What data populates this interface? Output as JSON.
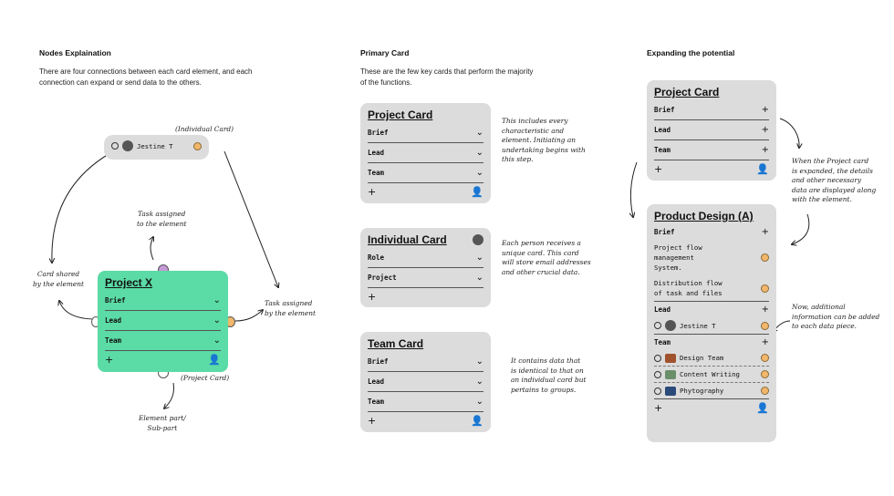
{
  "sections": {
    "nodes": {
      "title": "Nodes Explaination",
      "desc1": "There are four connections between each card element, and each",
      "desc2": "connection can expand or send data to the others."
    },
    "primary": {
      "title": "Primary Card",
      "desc1": "These are the few key cards that perform the majority",
      "desc2": "of the functions."
    },
    "expanding": {
      "title": "Expanding the potential"
    }
  },
  "nodes_diagram": {
    "individual_label": "(Individual Card)",
    "person": "Jestine T",
    "task_assigned_top": [
      "Task assigned",
      "to the element"
    ],
    "card_shared": [
      "Card shared",
      "by the element"
    ],
    "task_assigned_right": [
      "Task assigned",
      "by the element"
    ],
    "project_card_label": "(Project Card)",
    "element_part": [
      "Element part/",
      "Sub-part"
    ],
    "project_x": {
      "title": "Project X",
      "rows": [
        "Brief",
        "Lead",
        "Team"
      ]
    }
  },
  "primary_cards": {
    "project": {
      "title": "Project Card",
      "rows": [
        "Brief",
        "Lead",
        "Team"
      ],
      "note": [
        "This includes every",
        "characteristic and",
        "element. Initiating an",
        "undertaking begins with",
        "this step."
      ]
    },
    "individual": {
      "title": "Individual Card",
      "rows": [
        "Role",
        "Project"
      ],
      "note": [
        "Each person receives a",
        "unique card. This card",
        "will store email addresses",
        "and other crucial data."
      ]
    },
    "team": {
      "title": "Team Card",
      "rows": [
        "Brief",
        "Lead",
        "Team"
      ],
      "note": [
        "It contains data that",
        "is identical to that on",
        "an individual card but",
        "pertains to groups."
      ]
    }
  },
  "expanding": {
    "project": {
      "title": "Project Card",
      "rows": [
        "Brief",
        "Lead",
        "Team"
      ]
    },
    "note1": [
      "When the Project card",
      "is expanded, the details",
      "and other necessary",
      "data are displayed along",
      "with the element."
    ],
    "product": {
      "title": "Product Design (A)",
      "brief": "Brief",
      "brief_items": [
        [
          "Project flow",
          "management",
          "System."
        ],
        [
          "Distribution flow",
          "of task and files"
        ]
      ],
      "lead": "Lead",
      "lead_person": "Jestine T",
      "team": "Team",
      "team_items": [
        "Design Team",
        "Content Writing",
        "Phytography"
      ]
    },
    "note2": [
      "Now, additional",
      "information can be added",
      "to each data piece."
    ]
  },
  "icons": {
    "chevron": "chevron-down-icon",
    "plus": "plus-icon",
    "add_user": "add-user-icon"
  },
  "colors": {
    "card_gray": "#dcdcdc",
    "card_green": "#5bdba5",
    "node_orange": "#f2b76a",
    "node_purple": "#c59ad6"
  }
}
